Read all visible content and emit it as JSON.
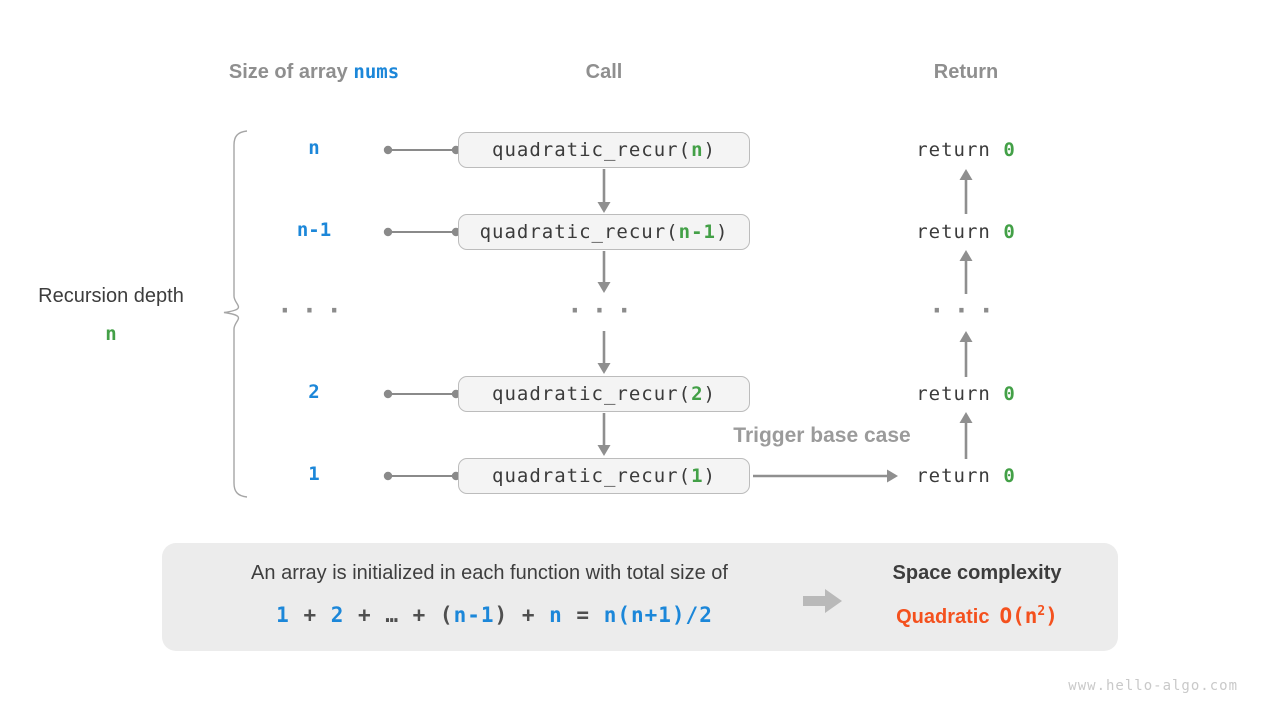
{
  "colors": {
    "accent_blue": "#1c87d9",
    "accent_green": "#43a047",
    "accent_orange": "#f4511e",
    "muted_gray": "#8f8f8f"
  },
  "headers": {
    "size_label": "Size of array",
    "size_code": "nums",
    "call": "Call",
    "return": "Return"
  },
  "depth_label": {
    "text": "Recursion depth",
    "value": "n"
  },
  "rows": [
    {
      "size": "n",
      "call_prefix": "quadratic_recur(",
      "call_arg": "n",
      "call_suffix": ")",
      "return_keyword": "return ",
      "return_value": "0"
    },
    {
      "size": "n-1",
      "call_prefix": "quadratic_recur(",
      "call_arg": "n-1",
      "call_suffix": ")",
      "return_keyword": "return ",
      "return_value": "0"
    },
    {
      "ellipsis": "···"
    },
    {
      "size": "2",
      "call_prefix": "quadratic_recur(",
      "call_arg": "2",
      "call_suffix": ")",
      "return_keyword": "return ",
      "return_value": "0"
    },
    {
      "size": "1",
      "call_prefix": "quadratic_recur(",
      "call_arg": "1",
      "call_suffix": ")",
      "return_keyword": "return ",
      "return_value": "0"
    }
  ],
  "trigger_label": "Trigger base case",
  "summary": {
    "description": "An array is initialized in each function with total size of",
    "formula": [
      {
        "t": "1",
        "c": "blue"
      },
      {
        "t": " + ",
        "c": "dark"
      },
      {
        "t": "2",
        "c": "blue"
      },
      {
        "t": " + ",
        "c": "dark"
      },
      {
        "t": "…",
        "c": "dark"
      },
      {
        "t": " + ",
        "c": "dark"
      },
      {
        "t": "(",
        "c": "dark"
      },
      {
        "t": "n-1",
        "c": "blue"
      },
      {
        "t": ")",
        "c": "dark"
      },
      {
        "t": " + ",
        "c": "dark"
      },
      {
        "t": "n",
        "c": "blue"
      },
      {
        "t": " = ",
        "c": "dark"
      },
      {
        "t": "n(n+1)/2",
        "c": "blue"
      }
    ],
    "result_title": "Space complexity",
    "result_name": "Quadratic",
    "result_o_prefix": "O(n",
    "result_exponent": "2",
    "result_o_suffix": ")"
  },
  "watermark": "www.hello-algo.com"
}
